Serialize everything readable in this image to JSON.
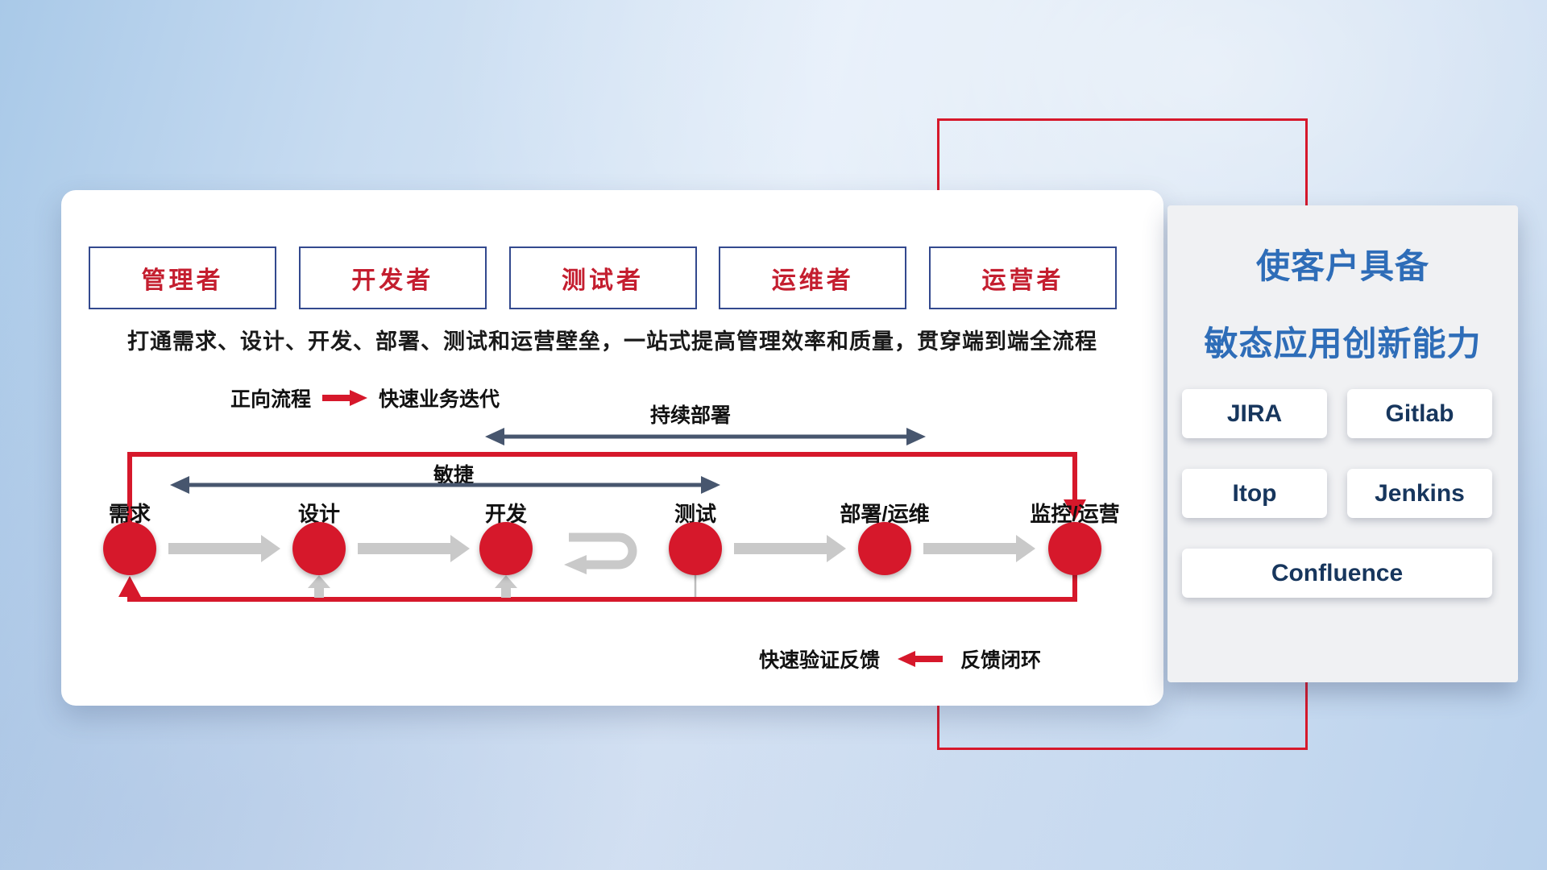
{
  "roles": [
    "管理者",
    "开发者",
    "测试者",
    "运维者",
    "运营者"
  ],
  "description": "打通需求、设计、开发、部署、测试和运营壁垒，一站式提高管理效率和质量，贯穿端到端全流程",
  "legend_forward": {
    "label": "正向流程",
    "value": "快速业务迭代"
  },
  "span_labels": {
    "continuous_deploy": "持续部署",
    "agile": "敏捷"
  },
  "stages": [
    "需求",
    "设计",
    "开发",
    "测试",
    "部署/运维",
    "监控/运营"
  ],
  "legend_feedback": {
    "label": "快速验证反馈",
    "value": "反馈闭环"
  },
  "panel": {
    "title_line1": "使客户具备",
    "title_line2": "敏态应用创新能力",
    "tools": [
      "JIRA",
      "Gitlab",
      "Itop",
      "Jenkins",
      "Confluence"
    ]
  },
  "colors": {
    "red": "#d6182b",
    "dark-arrow": "#47566e",
    "gray-arrow": "#c9c9c9",
    "title-blue": "#2e6db8",
    "role-text": "#c41e2f",
    "role-border": "#33498e",
    "btn-text": "#17365d"
  }
}
